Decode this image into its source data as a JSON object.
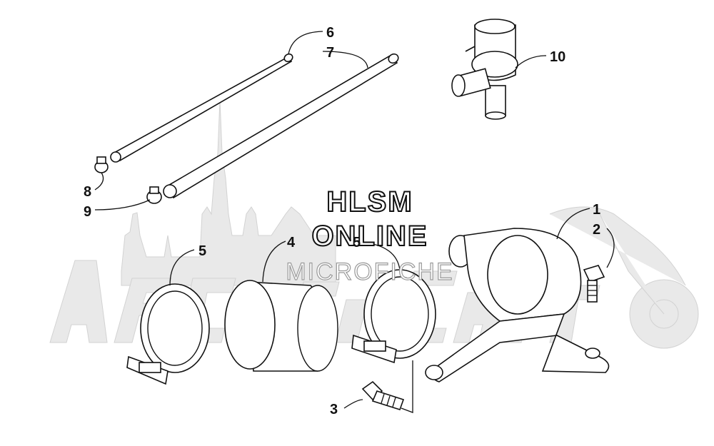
{
  "watermark": {
    "line1": "HLSM",
    "line2": "ONLINE",
    "line3": "MICROFICHE",
    "logo_text": "ArcticCat"
  },
  "callouts": [
    "1",
    "2",
    "3",
    "4",
    "5",
    "5",
    "6",
    "7",
    "8",
    "9",
    "10"
  ],
  "colors": {
    "ink": "#111111",
    "watermark_gray": "#d2d2d2",
    "background": "#ffffff"
  }
}
